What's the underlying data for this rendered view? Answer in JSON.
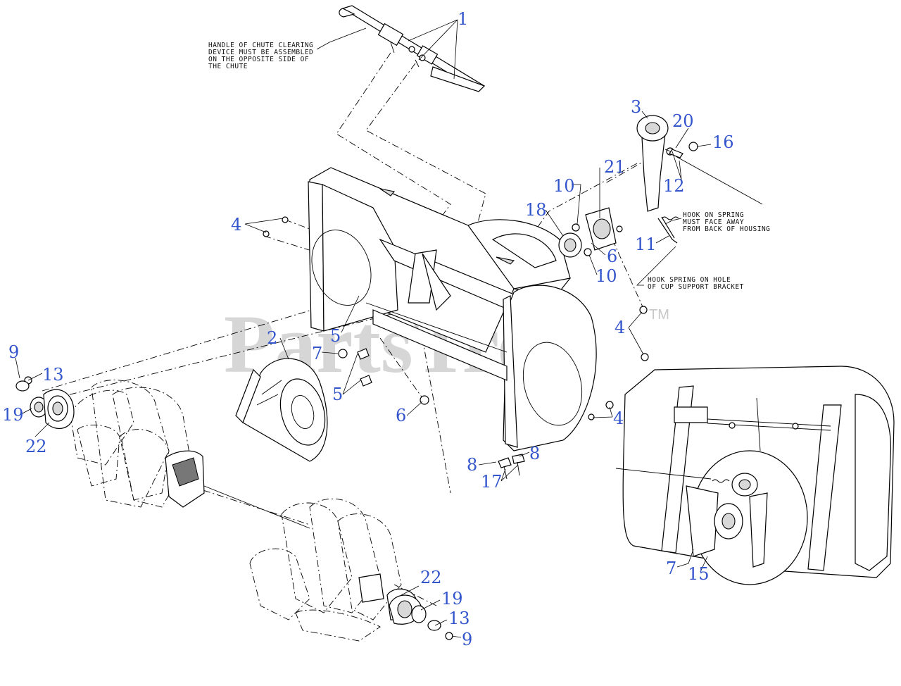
{
  "watermark": {
    "text": "PartsTree",
    "trademark": "TM"
  },
  "notes": {
    "chute_handle": [
      "HANDLE OF CHUTE CLEARING",
      "DEVICE MUST BE ASSEMBLED",
      "ON THE OPPOSITE SIDE OF",
      "THE CHUTE"
    ],
    "spring_hook_face": [
      "HOOK ON SPRING",
      "MUST FACE AWAY",
      "FROM BACK OF HOUSING"
    ],
    "spring_hook_hole": [
      "HOOK SPRING ON HOLE",
      "OF CUP SUPPORT BRACKET"
    ]
  },
  "callouts": [
    {
      "id": "c-1",
      "text": "1"
    },
    {
      "id": "c-3",
      "text": "3"
    },
    {
      "id": "c-20",
      "text": "20"
    },
    {
      "id": "c-16",
      "text": "16"
    },
    {
      "id": "c-21",
      "text": "21"
    },
    {
      "id": "c-10a",
      "text": "10"
    },
    {
      "id": "c-12",
      "text": "12"
    },
    {
      "id": "c-18",
      "text": "18"
    },
    {
      "id": "c-4a",
      "text": "4"
    },
    {
      "id": "c-6a",
      "text": "6"
    },
    {
      "id": "c-11",
      "text": "11"
    },
    {
      "id": "c-10b",
      "text": "10"
    },
    {
      "id": "c-5a",
      "text": "5"
    },
    {
      "id": "c-2",
      "text": "2"
    },
    {
      "id": "c-4b",
      "text": "4"
    },
    {
      "id": "c-7a",
      "text": "7"
    },
    {
      "id": "c-9a",
      "text": "9"
    },
    {
      "id": "c-13a",
      "text": "13"
    },
    {
      "id": "c-5b",
      "text": "5"
    },
    {
      "id": "c-19a",
      "text": "19"
    },
    {
      "id": "c-6b",
      "text": "6"
    },
    {
      "id": "c-4c",
      "text": "4"
    },
    {
      "id": "c-22a",
      "text": "22"
    },
    {
      "id": "c-8a",
      "text": "8"
    },
    {
      "id": "c-8b",
      "text": "8"
    },
    {
      "id": "c-17",
      "text": "17"
    },
    {
      "id": "c-7b",
      "text": "7"
    },
    {
      "id": "c-15",
      "text": "15"
    },
    {
      "id": "c-22b",
      "text": "22"
    },
    {
      "id": "c-19b",
      "text": "19"
    },
    {
      "id": "c-13b",
      "text": "13"
    },
    {
      "id": "c-9b",
      "text": "9"
    }
  ],
  "colors": {
    "callout": "#3355cc",
    "line": "#000000",
    "watermark": "#c8c8c8"
  }
}
